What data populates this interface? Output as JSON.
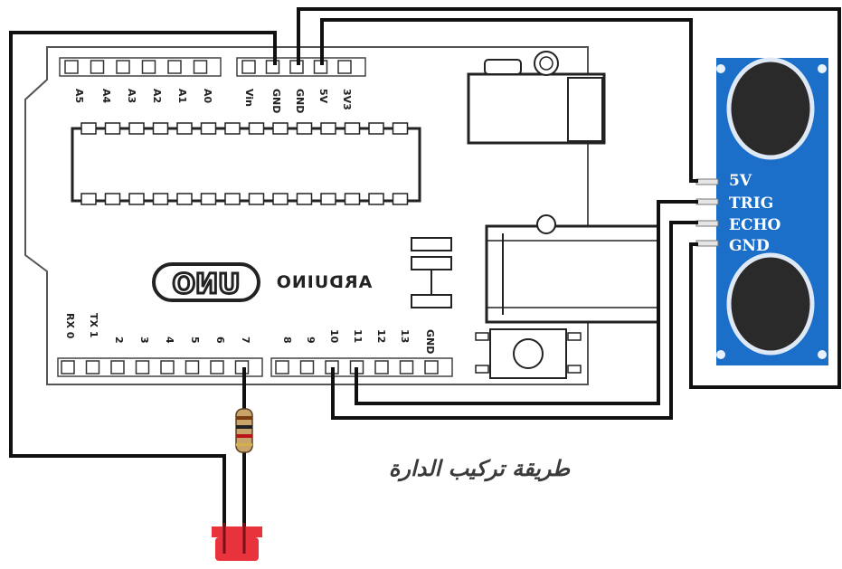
{
  "board": {
    "logo_text": "UNO",
    "brand_text": "ARDUINO",
    "analog_header_labels": [
      "A5",
      "A4",
      "A3",
      "A2",
      "A1",
      "A0"
    ],
    "power_header_labels": [
      "Vin",
      "GND",
      "GND",
      "5V",
      "3V3"
    ],
    "digital_left_labels": [
      "RX 0",
      "TX 1",
      "2",
      "3",
      "4",
      "5",
      "6",
      "7"
    ],
    "digital_right_labels": [
      "8",
      "9",
      "10",
      "11",
      "12",
      "13",
      "GND"
    ]
  },
  "sensor": {
    "pins": [
      "5V",
      "TRIG",
      "ECHO",
      "GND"
    ],
    "color": "#1c6fc9"
  },
  "caption": "طريقة تركيب الدارة",
  "colors": {
    "wire": "#111111",
    "led": "#e8323c",
    "resistor_body": "#c9a46a"
  }
}
